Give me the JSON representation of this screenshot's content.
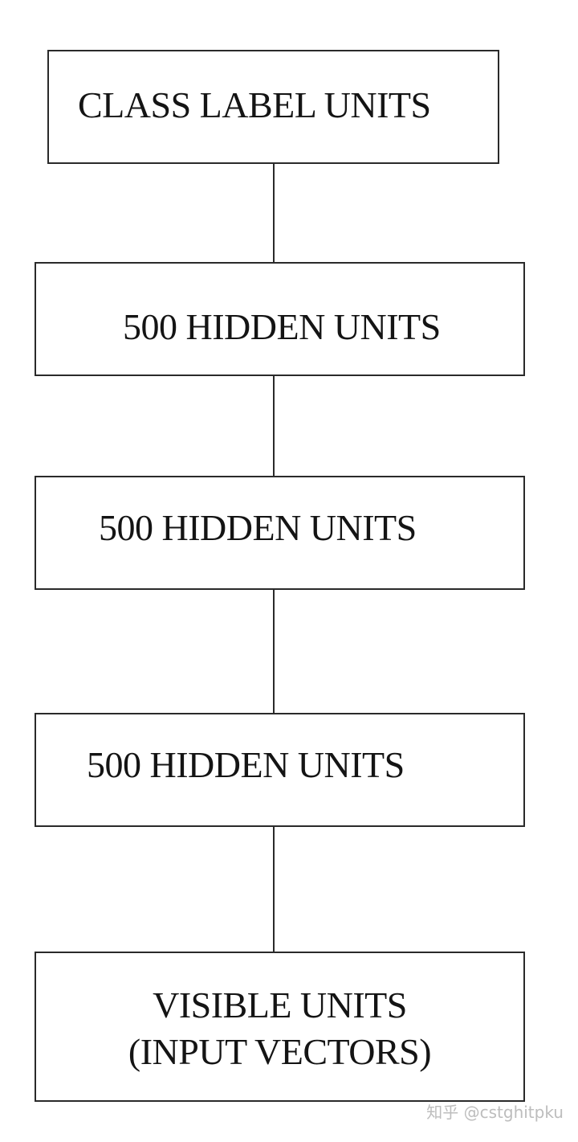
{
  "diagram": {
    "layers": [
      {
        "id": "class-label",
        "lines": [
          "CLASS LABEL UNITS"
        ]
      },
      {
        "id": "hidden-3",
        "lines": [
          "500 HIDDEN UNITS"
        ]
      },
      {
        "id": "hidden-2",
        "lines": [
          "500 HIDDEN UNITS"
        ]
      },
      {
        "id": "hidden-1",
        "lines": [
          "500 HIDDEN UNITS"
        ]
      },
      {
        "id": "visible",
        "lines": [
          "VISIBLE UNITS",
          "(INPUT VECTORS)"
        ]
      }
    ]
  },
  "watermark": {
    "text": "知乎 @cstghitpku"
  }
}
